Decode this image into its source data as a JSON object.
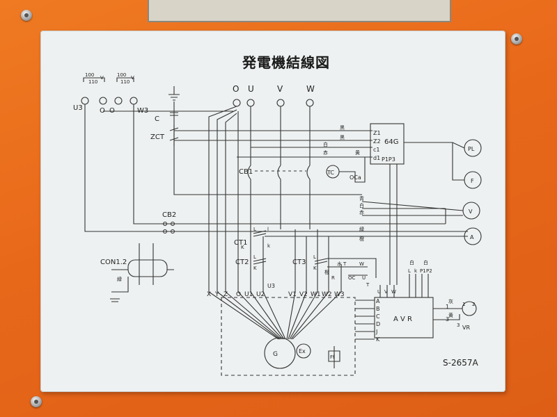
{
  "diagram": {
    "title": "発電機結線図",
    "drawing_number": "S-2657A",
    "top_terminals": {
      "o": "O",
      "u": "U",
      "v": "V",
      "w": "W",
      "u3": "U3",
      "o1": "O",
      "o2": "O",
      "w3": "W3"
    },
    "voltage_labels": {
      "v1_top": "100",
      "v1_bottom": "110",
      "v1_unit": "V",
      "v2_top": "100",
      "v2_bottom": "110",
      "v2_unit": "V"
    },
    "components": {
      "c": "C",
      "zct": "ZCT",
      "cb1": "CB1",
      "cb2": "CB2",
      "ct1": "CT1",
      "ct2": "CT2",
      "ct3": "CT3",
      "con": "CON1.2",
      "tc": "TC",
      "oca": "OCa",
      "relay": "64G",
      "avr": "A V R",
      "vr": "VR",
      "g": "G",
      "ex": "Ex",
      "ff": "Ff"
    },
    "relay_terminals": {
      "z1": "Z1",
      "z2": "Z2",
      "c1": "c1",
      "d1": "d1",
      "p1p3": "P1P3"
    },
    "meters": {
      "pl": "PL",
      "f": "F",
      "v": "V",
      "a": "A"
    },
    "wire_colors": {
      "kuro1": "黒",
      "kuro2": "黒",
      "shiro1": "白",
      "aka1": "赤",
      "ki1": "黄",
      "ao": "青",
      "shiro2": "白",
      "aka2": "赤",
      "midori": "緑",
      "daidai": "橙",
      "midori_con": "緑",
      "shiro3": "白",
      "shiro4": "白",
      "hai": "灰",
      "ki2": "黄",
      "mizu": "水",
      "daidai2": "橙"
    },
    "ct_labels": {
      "l1": "L",
      "k1": "K",
      "l2": "L",
      "k2": "K",
      "l3": "L",
      "k3": "K",
      "il": "l",
      "ik": "k"
    },
    "generator_terminals": [
      "X",
      "Y",
      "Z",
      "O",
      "U1",
      "U2",
      "V1",
      "V2",
      "W1",
      "W2",
      "W3"
    ],
    "u3_label": "U3",
    "avr_inputs": [
      "A",
      "B",
      "C",
      "D",
      "J",
      "K"
    ],
    "avr_top": [
      "U",
      "V",
      "W",
      "L",
      "k",
      "P1",
      "P2"
    ],
    "avr_outputs": {
      "o1": "1",
      "o3": "3",
      "vr1": "1",
      "vr2": "2",
      "vr3": "3"
    },
    "ct3_terms": {
      "t": "T",
      "w": "W",
      "r": "R",
      "oc": "OC",
      "u": "U",
      "tt": "T"
    }
  }
}
